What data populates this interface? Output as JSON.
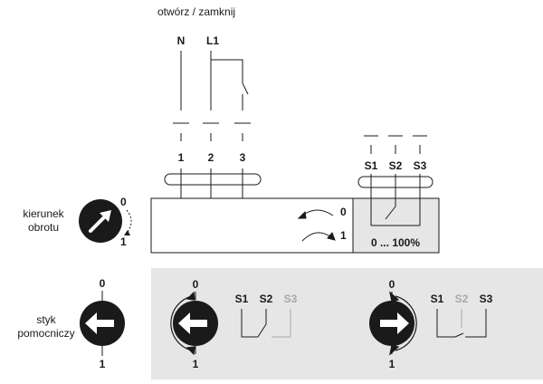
{
  "wiring": {
    "title": "otwórz / zamknij",
    "supply": [
      "N",
      "L1"
    ],
    "terminals": [
      "1",
      "2",
      "3"
    ]
  },
  "aux_switch": {
    "terminals": [
      "S1",
      "S2",
      "S3"
    ],
    "range": "0 ... 100%"
  },
  "rotation": {
    "label_line1": "kierunek",
    "label_line2": "obrotu",
    "pos0": "0",
    "pos1": "1"
  },
  "auxiliary": {
    "label_line1": "styk",
    "label_line2": "pomocniczy",
    "pos0": "0",
    "pos1": "1"
  },
  "states": [
    {
      "s1": "S1",
      "s2": "S2",
      "s3": "S3",
      "pos0": "0",
      "pos1": "1"
    },
    {
      "s1": "S1",
      "s2": "S2",
      "s3": "S3",
      "pos0": "0",
      "pos1": "1"
    }
  ],
  "colors": {
    "panel": "#e6e6e6",
    "ink": "#1a1a1a",
    "muted": "#a8a8a8"
  }
}
